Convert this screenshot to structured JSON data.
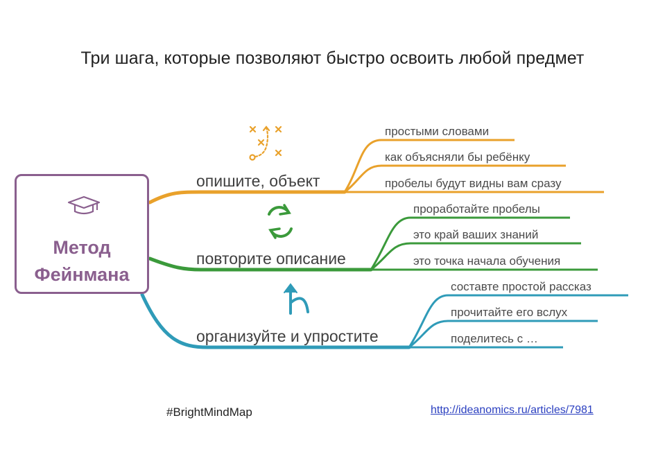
{
  "title": "Три шага, которые позволяют быстро освоить любой предмет",
  "root": {
    "line1": "Метод",
    "line2": "Фейнмана",
    "color": "#8a5f8e",
    "icon": "graduation-cap-icon"
  },
  "branches": [
    {
      "label": "опишите, объект",
      "color": "#e9a12b",
      "icon": "strategy-plan-icon",
      "leaves": [
        "простыми словами",
        "как объясняли бы ребёнку",
        "пробелы будут видны вам сразу"
      ]
    },
    {
      "label": "повторите описание",
      "color": "#3b9a3b",
      "icon": "refresh-cycle-icon",
      "leaves": [
        "проработайте пробелы",
        "это край ваших знаний",
        "это точка начала обучения"
      ]
    },
    {
      "label": "организуйте и упростите",
      "color": "#2f9bb8",
      "icon": "merge-arrow-icon",
      "leaves": [
        "составте простой рассказ",
        "прочитайте его вслух",
        "поделитесь с …"
      ]
    }
  ],
  "footer": {
    "hashtag": "#BrightMindMap",
    "link": "http://ideanomics.ru/articles/7981"
  }
}
